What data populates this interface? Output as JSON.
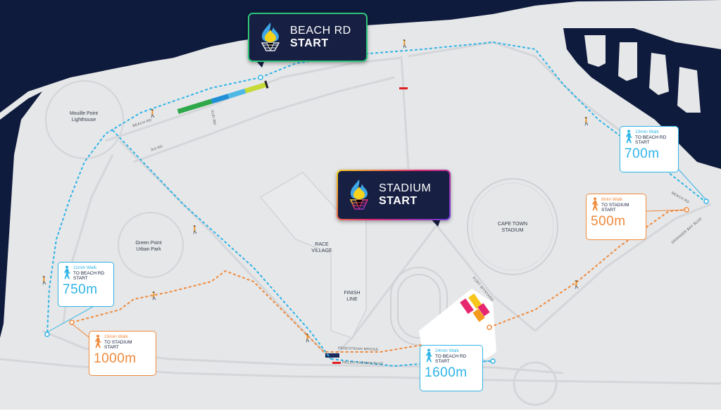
{
  "colors": {
    "sea": "#0f1b3d",
    "land": "#e6e7e9",
    "route_blue": "#2eb4e6",
    "route_orange": "#f08a3c",
    "box_dark": "#172043"
  },
  "starts": {
    "beach": {
      "line1": "BEACH RD",
      "line2": "START",
      "icon": "torch-flame-icon"
    },
    "stadium": {
      "line1": "STADIUM",
      "line2": "START",
      "icon": "torch-flame-icon"
    }
  },
  "places": {
    "lighthouse": "Mouille Point\nLighthouse",
    "green_point": "Green Point\nUrban Park",
    "race_village": "RACE\nVILLAGE",
    "finish_line": "FINISH\nLINE",
    "stadium": "CAPE TOWN\nSTADIUM"
  },
  "roads": {
    "beach_rd": "BEACH RD",
    "beach_rd_east": "BEACH RD",
    "three_rd": "3rd RD",
    "vlei_rd": "VLEI RD",
    "pedestrian_bridge": "PEDESTRIAN BRIDGE",
    "helen_suzman": "HELEN SUZMAN BLVD",
    "granger_bay": "GRANGER BAY BLVD",
    "fort_wynyard": "FORT WYNYARD"
  },
  "walks": [
    {
      "id": "w700",
      "color": "blue",
      "time": "10min Walk",
      "l2": "TO BEACH RD",
      "l3": "START",
      "dist": "700m",
      "icon": "walking-person-icon"
    },
    {
      "id": "w500",
      "color": "orange",
      "time": "8min Walk",
      "l2": "TO STADIUM",
      "l3": "START",
      "dist": "500m",
      "icon": "walking-person-icon"
    },
    {
      "id": "w750",
      "color": "blue",
      "time": "11min Walk",
      "l2": "TO BEACH RD",
      "l3": "START",
      "dist": "750m",
      "icon": "walking-person-icon"
    },
    {
      "id": "w1000",
      "color": "orange",
      "time": "15min Walk",
      "l2": "TO STADIUM",
      "l3": "START",
      "dist": "1000m",
      "icon": "walking-person-icon"
    },
    {
      "id": "w1600",
      "color": "blue",
      "time": "24min Walk",
      "l2": "TO BEACH RD",
      "l3": "START",
      "dist": "1600m",
      "icon": "walking-person-icon"
    }
  ]
}
